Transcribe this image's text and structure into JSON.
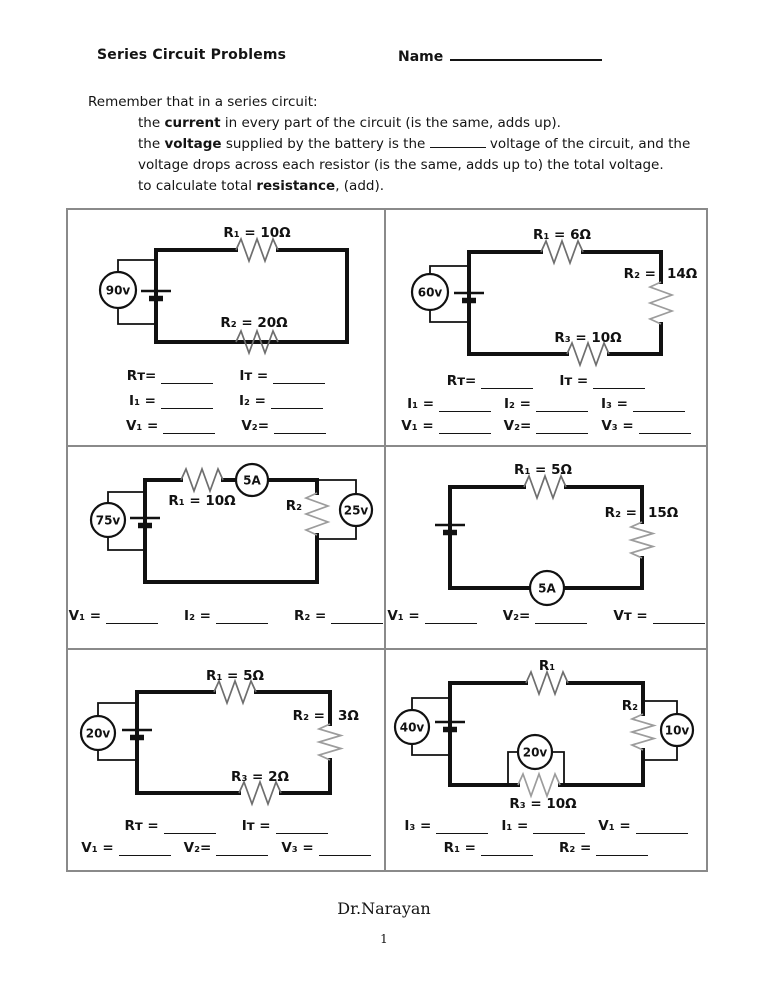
{
  "header": {
    "title": "Series Circuit Problems",
    "name_label": "Name"
  },
  "intro": {
    "line1": "Remember that in a series circuit:",
    "line2a": "the ",
    "line2b": "current",
    "line2c": " in every part of the circuit (is the same, adds up).",
    "line3a": "the ",
    "line3b": "voltage",
    "line3c": " supplied by the battery is the ",
    "line3d": " voltage of the circuit, and the",
    "line4": "voltage drops across each resistor (is the same, adds up to) the total voltage.",
    "line5a": "to calculate total ",
    "line5b": "resistance",
    "line5c": ", (add)."
  },
  "panels": [
    {
      "meters": {
        "left": "90v"
      },
      "labels": {
        "r1": "R₁ = 10Ω",
        "r2": "R₂ = 20Ω"
      },
      "rows": [
        [
          "Rᴛ=",
          "Iᴛ ="
        ],
        [
          "I₁ =",
          "I₂ ="
        ],
        [
          "V₁ =",
          "V₂="
        ]
      ]
    },
    {
      "meters": {
        "left": "60v"
      },
      "labels": {
        "r1": "R₁ = 6Ω",
        "r2_left": "R₂ =",
        "r2_value": "14Ω",
        "r3": "R₃ = 10Ω"
      },
      "rows": [
        [
          "Rᴛ=",
          "Iᴛ ="
        ],
        [
          "I₁ =",
          "I₂ =",
          "I₃ ="
        ],
        [
          "V₁ =",
          "V₂=",
          "V₃ ="
        ]
      ]
    },
    {
      "meters": {
        "left": "75v",
        "ammeter": "5A",
        "right": "25v"
      },
      "labels": {
        "r1": "R₁ = 10Ω",
        "r2": "R₂"
      },
      "rows": [
        [
          "V₁ =",
          "I₂ =",
          "R₂ ="
        ]
      ]
    },
    {
      "meters": {
        "ammeter": "5A"
      },
      "labels": {
        "r1": "R₁ = 5Ω",
        "r2_left": "R₂ =",
        "r2_value": "15Ω"
      },
      "rows": [
        [
          "V₁ =",
          "V₂=",
          "Vᴛ ="
        ]
      ]
    },
    {
      "meters": {
        "left": "20v"
      },
      "labels": {
        "r1": "R₁ = 5Ω",
        "r2_left": "R₂ =",
        "r2_value": "3Ω",
        "r3": "R₃ = 2Ω"
      },
      "rows": [
        [
          "Rᴛ =",
          "Iᴛ ="
        ],
        [
          "V₁ =",
          "V₂=",
          "V₃ ="
        ]
      ]
    },
    {
      "meters": {
        "left": "40v",
        "right": "10v",
        "bottom": "20v"
      },
      "labels": {
        "r1": "R₁",
        "r2": "R₂",
        "r3": "R₃ = 10Ω"
      },
      "rows": [
        [
          "I₃ =",
          "I₁ =",
          "V₁ ="
        ],
        [
          "R₁ =",
          "R₂ ="
        ]
      ]
    }
  ],
  "footer": {
    "author": "Dr.Narayan",
    "page_number": "1"
  }
}
